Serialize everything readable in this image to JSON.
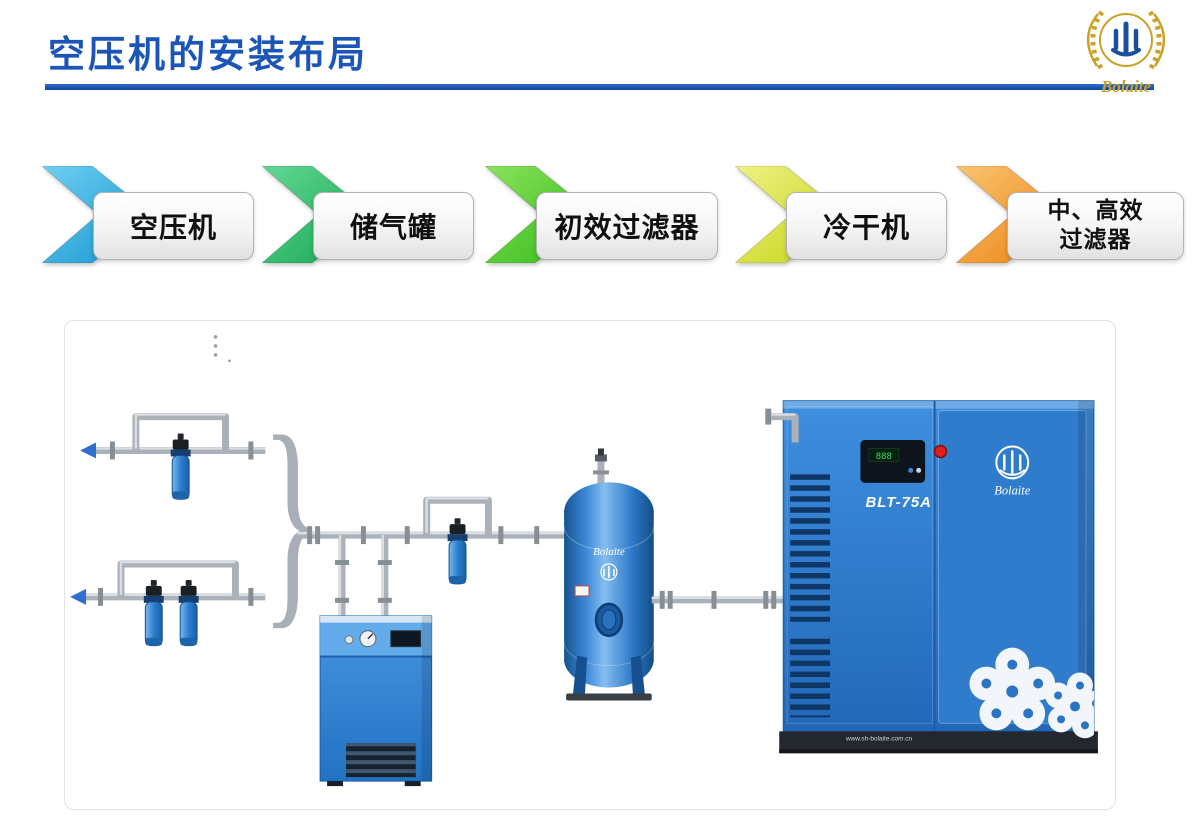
{
  "header": {
    "title": "空压机的安装布局",
    "logo": {
      "brand": "Bolaite"
    }
  },
  "flow": {
    "steps": [
      {
        "label": "空压机",
        "color_top": "#6fd0f2",
        "color_bottom": "#1392cf"
      },
      {
        "label": "储气罐",
        "color_top": "#63d893",
        "color_bottom": "#12a44e"
      },
      {
        "label": "初效过滤器",
        "color_top": "#8be25c",
        "color_bottom": "#2fb915"
      },
      {
        "label": "冷干机",
        "color_top": "#eff285",
        "color_bottom": "#c3d211"
      },
      {
        "label": "中、高效过滤器",
        "line1": "中、高效",
        "line2": "过滤器",
        "color_top": "#f9c571",
        "color_bottom": "#ec7f10"
      }
    ]
  },
  "diagram": {
    "brace": "}",
    "compressor": {
      "model": "BLT-75A",
      "brand": "Bolaite",
      "panel_digits": "888",
      "website": "www.sh-bolaite.com.cn"
    },
    "tank": {
      "brand": "Bolaite"
    }
  },
  "colors": {
    "title_blue": "#1b55b8",
    "rule_blue": "#2057b0",
    "machine_blue": "#2e7fd2",
    "pipe_gray": "#aab1b8",
    "logo_gold": "#c9a227"
  }
}
